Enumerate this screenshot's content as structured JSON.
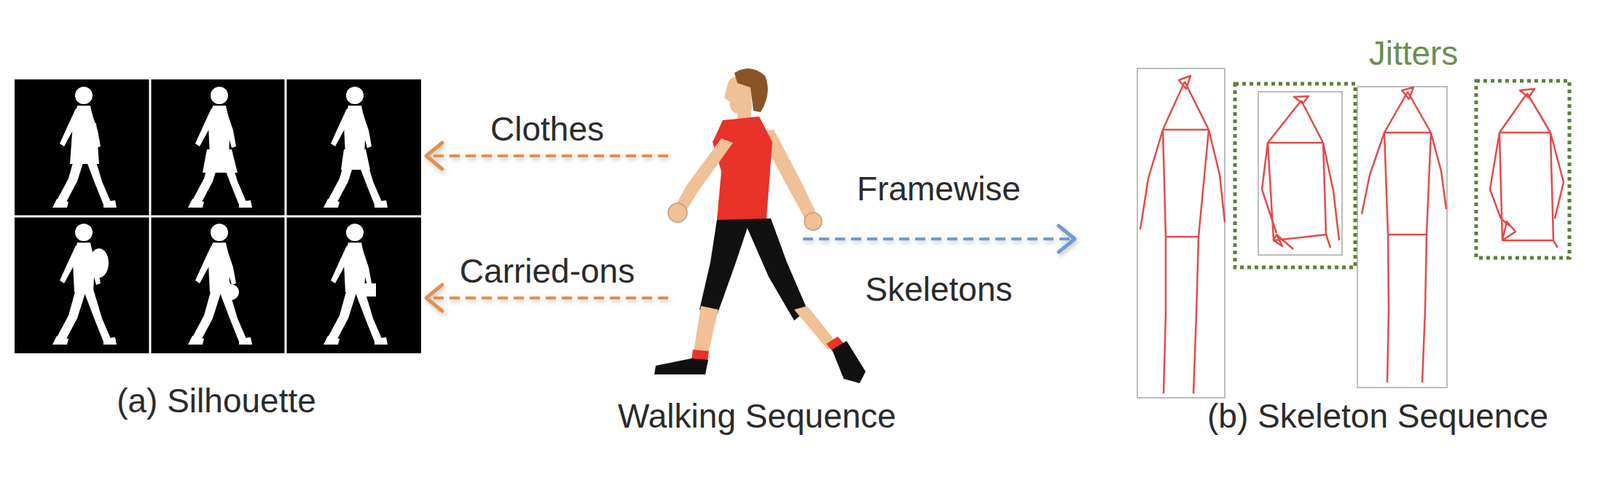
{
  "diagram": {
    "nodes": [
      {
        "text": [
          "(a) Silhouette"
        ]
      },
      {
        "text": [
          "Walking Sequence"
        ]
      },
      {
        "text": [
          "(b) Skeleton Sequence"
        ]
      }
    ],
    "edges": [
      {
        "from": 1,
        "to": 0,
        "label": "Clothes",
        "arrow": "to"
      },
      {
        "from": 1,
        "to": 0,
        "label": "Carried-ons",
        "arrow": "to"
      },
      {
        "from": 1,
        "to": 2,
        "label": "Framewise Skeletons",
        "arrow": "to"
      }
    ],
    "labels": [
      "Jitters"
    ]
  }
}
